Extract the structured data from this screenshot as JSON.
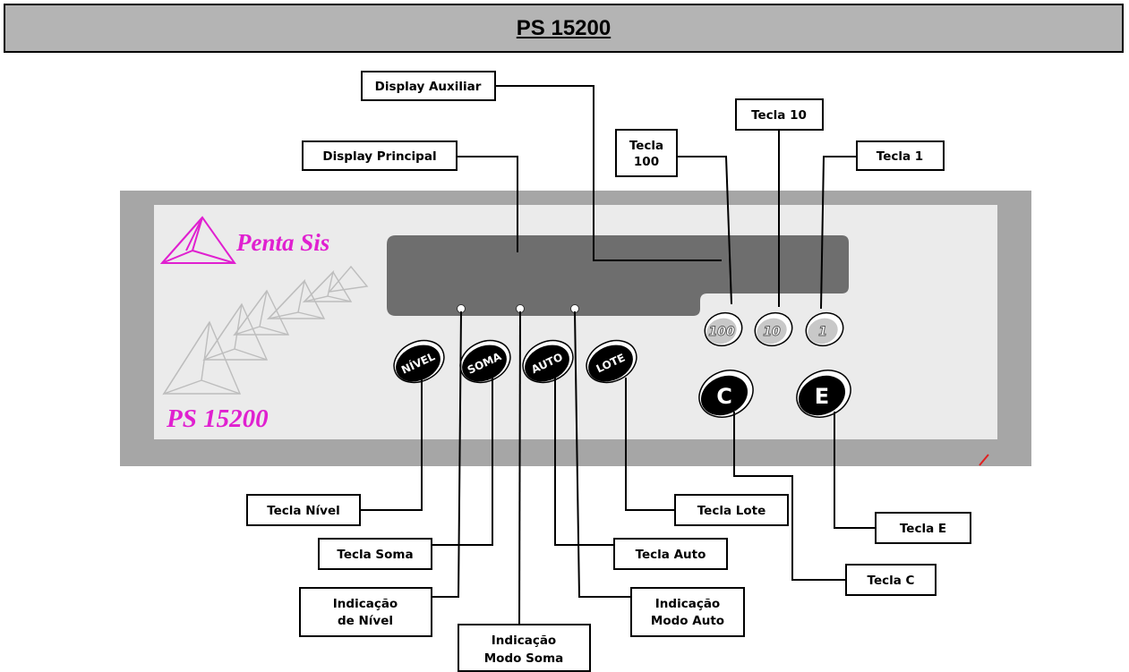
{
  "title": "PS 15200",
  "panel": {
    "brand": "Penta Sis",
    "model": "PS 15200"
  },
  "keys": {
    "nivel": "NÍVEL",
    "soma": "SOMA",
    "auto": "AUTO",
    "lote": "LOTE",
    "k100": "100",
    "k10": "10",
    "k1": "1",
    "c": "C",
    "e": "E"
  },
  "callouts": {
    "display_auxiliar": "Display Auxiliar",
    "display_principal": "Display Principal",
    "tecla_100": [
      "Tecla",
      "100"
    ],
    "tecla_10": "Tecla 10",
    "tecla_1": "Tecla 1",
    "tecla_nivel": "Tecla Nível",
    "tecla_soma": "Tecla Soma",
    "indicacao_nivel": [
      "Indicação",
      "de Nível"
    ],
    "indicacao_soma": [
      "Indicação",
      "Modo Soma"
    ],
    "tecla_auto": "Tecla Auto",
    "tecla_lote": "Tecla Lote",
    "indicacao_auto": [
      "Indicação",
      "Modo Auto"
    ],
    "tecla_e": "Tecla E",
    "tecla_c": "Tecla C"
  },
  "colors": {
    "frame": "#a6a6a6",
    "face": "#ebebeb",
    "display": "#6e6e6e",
    "brand": "#e020d0",
    "title_bar": "#b4b4b4"
  }
}
